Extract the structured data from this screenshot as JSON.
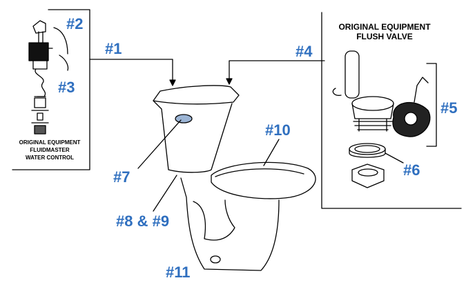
{
  "colors": {
    "callout": "#2f6fbf",
    "line": "#000000",
    "background": "#ffffff"
  },
  "callouts": {
    "c1": "#1",
    "c2": "#2",
    "c3": "#3",
    "c4": "#4",
    "c5": "#5",
    "c6": "#6",
    "c7": "#7",
    "c8_9": "#8 & #9",
    "c10": "#10",
    "c11": "#11"
  },
  "water_control_caption": {
    "line1": "ORIGINAL EQUIPMENT",
    "line2": "FLUIDMASTER",
    "line3": "WATER CONTROL"
  },
  "flush_valve_caption": {
    "line1": "ORIGINAL EQUIPMENT",
    "line2": "FLUSH VALVE"
  }
}
